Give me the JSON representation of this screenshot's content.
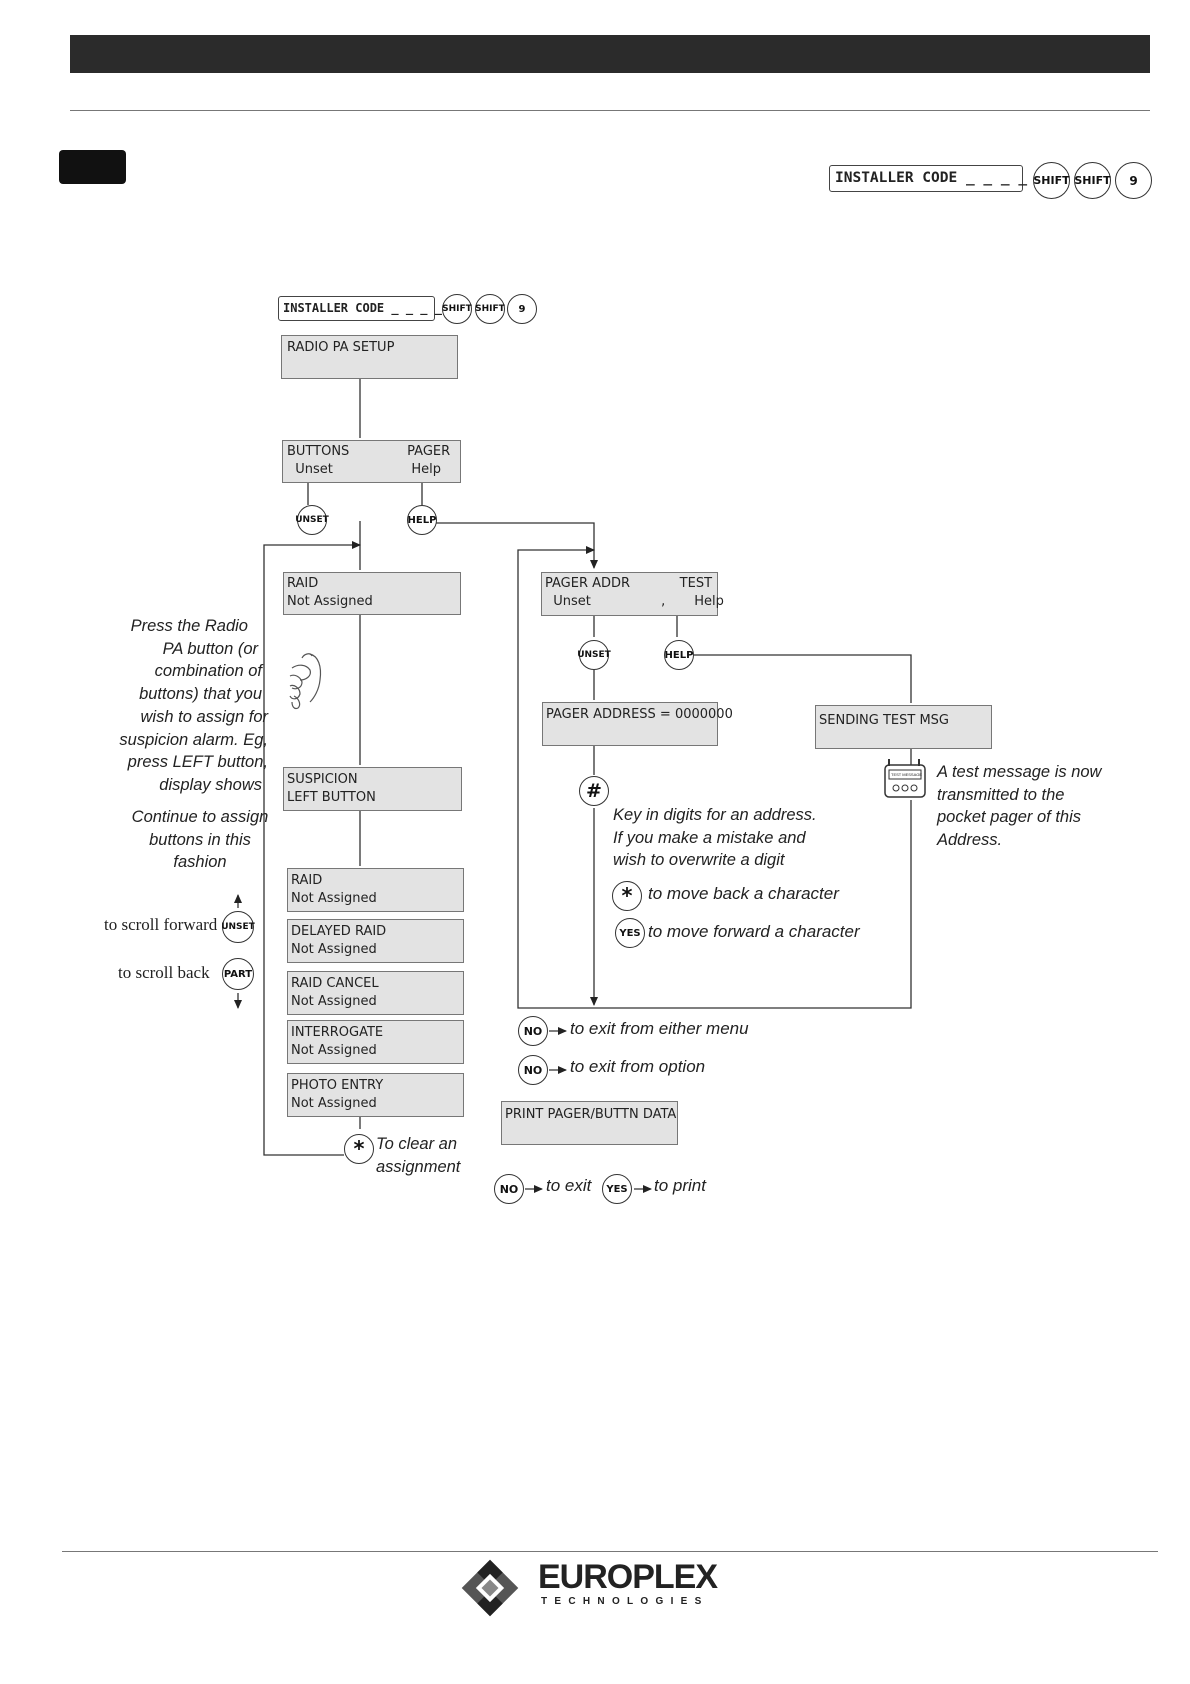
{
  "header": {
    "section_tab": "",
    "installer_code_box": "INSTALLER CODE _ _ _ _ _ _",
    "keys": [
      "SHIFT",
      "SHIFT",
      "9"
    ]
  },
  "diagram": {
    "start": {
      "code_box": "INSTALLER CODE _ _ _ _ _ _",
      "keys": [
        "SHIFT",
        "SHIFT",
        "9"
      ]
    },
    "displays": {
      "radio_pa_setup": {
        "l1": "RADIO PA SETUP",
        "l2": ""
      },
      "buttons_pager": {
        "l1": "BUTTONS              PAGER",
        "l2": "  Unset                   Help"
      },
      "raid": {
        "l1": "RAID",
        "l2": "Not Assigned"
      },
      "suspicion": {
        "l1": "SUSPICION",
        "l2": "LEFT BUTTON"
      },
      "raid2": {
        "l1": "RAID",
        "l2": "Not Assigned"
      },
      "delayed_raid": {
        "l1": "DELAYED RAID",
        "l2": "Not Assigned"
      },
      "raid_cancel": {
        "l1": "RAID CANCEL",
        "l2": "Not Assigned"
      },
      "interrogate": {
        "l1": "INTERROGATE",
        "l2": "Not Assigned"
      },
      "photo_entry": {
        "l1": "PHOTO ENTRY",
        "l2": "Not Assigned"
      },
      "pager_addr_test": {
        "l1": "PAGER ADDR            TEST",
        "l2": "  Unset                 ,       Help"
      },
      "pager_address": {
        "l1": "PAGER ADDRESS = 0000000",
        "l2": ""
      },
      "sending_test": {
        "l1": "SENDING TEST MSG",
        "l2": ""
      },
      "print_pager": {
        "l1": "PRINT PAGER/BUTTN DATA",
        "l2": ""
      }
    },
    "keys": {
      "unset": "UNSET",
      "help": "HELP",
      "hash": "#",
      "star": "*",
      "yes": "YES",
      "no": "NO",
      "part": "PART"
    },
    "notes": {
      "press_radio": [
        "Press the Radio",
        "PA button (or",
        "combination of",
        "buttons)  that you",
        "wish to assign for",
        "suspicion alarm. Eg,",
        "press LEFT button,",
        "display shows"
      ],
      "continue_assign": [
        "Continue to assign",
        "buttons in this",
        "fashion"
      ],
      "scroll_forward": "to scroll forward",
      "scroll_back": "to scroll back",
      "clear_assignment": [
        "To clear an",
        "assignment"
      ],
      "key_in_digits": [
        "Key in digits for an address.",
        "If you  make a mistake and",
        "wish to overwrite a digit"
      ],
      "move_back": "to move back a character",
      "move_forward": "to move forward a character",
      "test_message": [
        "A test message is now",
        "transmitted to the",
        "pocket pager of this",
        "Address."
      ],
      "exit_either_menu": "to exit from either menu",
      "exit_option": "to exit from option",
      "to_exit": "to exit",
      "to_print": "to print",
      "pager_icon_text": "TEST MESSAGE"
    }
  },
  "footer": {
    "brand": "EUROPLEX",
    "tagline": "TECHNOLOGIES"
  }
}
